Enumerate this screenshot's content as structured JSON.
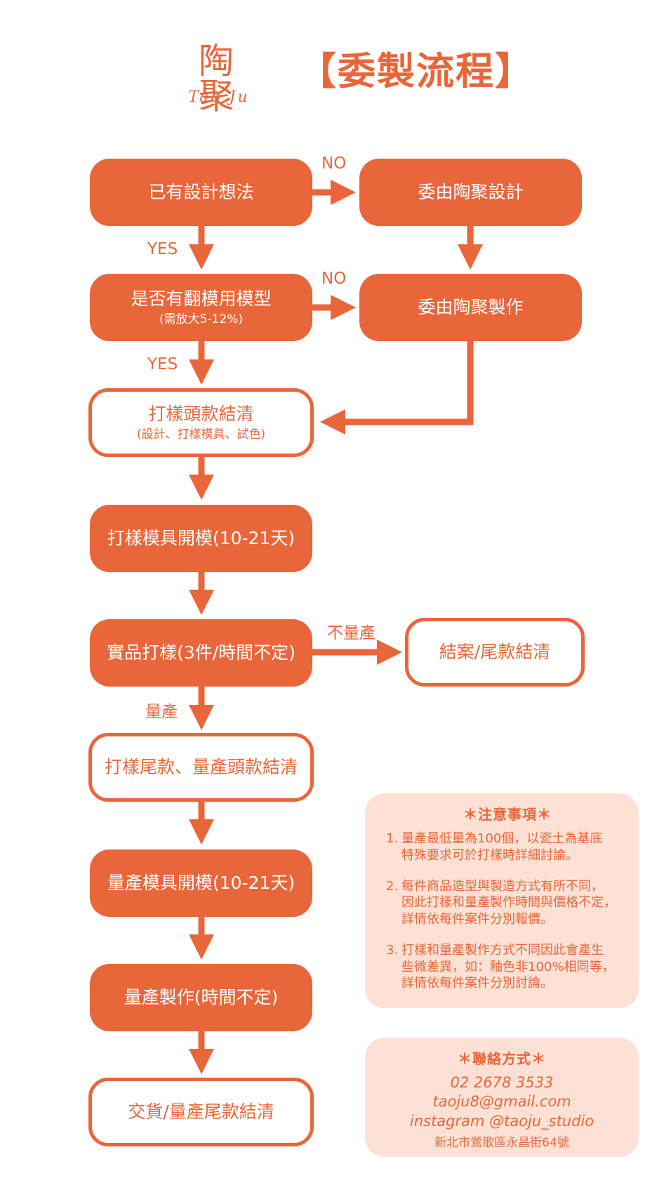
{
  "brand": {
    "name_cn": "陶聚",
    "name_en": "Tao Ju"
  },
  "title": "【委製流程】",
  "nodes": {
    "have_idea": "已有設計想法",
    "commission_design": "委由陶聚設計",
    "has_mold_model": "是否有翻模用模型",
    "has_mold_model_note": "(需放大5-12%)",
    "commission_make": "委由陶聚製作",
    "sample_deposit": "打樣頭款結清",
    "sample_deposit_note": "(設計、打樣模具、試色)",
    "sample_mold": "打樣模具開模(10-21天)",
    "sample_make": "實品打樣(3件/時間不定)",
    "close_case": "結案/尾款結清",
    "mass_deposit": "打樣尾款、量產頭款結清",
    "mass_mold": "量產模具開模(10-21天)",
    "mass_make": "量產製作(時間不定)",
    "delivery": "交貨/量產尾款結清"
  },
  "labels": {
    "no_1": "NO",
    "yes_1": "YES",
    "no_2": "NO",
    "yes_2": "YES",
    "no_mass": "不量產",
    "mass": "量產"
  },
  "notes": {
    "title": "＊注意事項＊",
    "items": [
      {
        "num": "1.",
        "lines": [
          "量產最低量為100個，以瓷土為基底",
          "特殊要求可於打樣時詳細討論。"
        ]
      },
      {
        "num": "2.",
        "lines": [
          "每件商品造型與製造方式有所不同，",
          "因此打樣和量產製作時間與價格不定，",
          "詳情依每件案件分別報價。"
        ]
      },
      {
        "num": "3.",
        "lines": [
          "打樣和量產製作方式不同因此會產生",
          "些微差異，如：釉色非100%相同等，",
          "詳情依每件案件分別討論。"
        ]
      }
    ]
  },
  "contact": {
    "title": "＊聯絡方式＊",
    "phone": "02 2678 3533",
    "email": "taoju8@gmail.com",
    "instagram": "instagram @taoju_studio",
    "address": "新北市鶯歌區永昌街64號"
  },
  "colors": {
    "accent": "#e9663a",
    "panel": "#fce1d4",
    "on_accent": "#ffffff"
  }
}
